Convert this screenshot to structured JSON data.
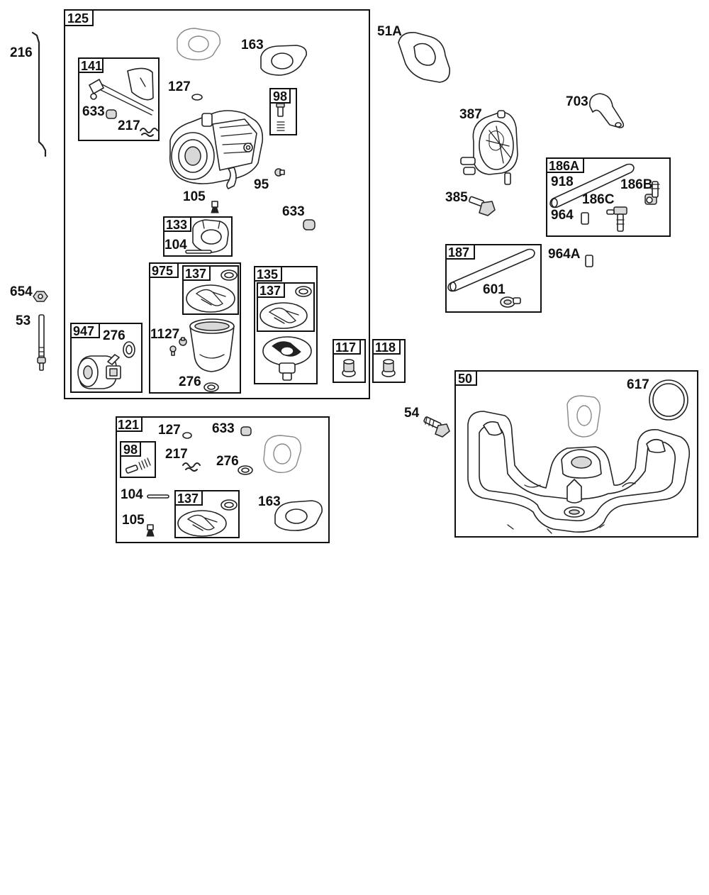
{
  "diagram": {
    "boxes": [
      {
        "id": "box-125",
        "label": "125"
      },
      {
        "id": "box-141",
        "label": "141"
      },
      {
        "id": "box-98-top",
        "label": "98"
      },
      {
        "id": "box-133",
        "label": "133"
      },
      {
        "id": "box-975",
        "label": "975"
      },
      {
        "id": "box-137-a",
        "label": "137"
      },
      {
        "id": "box-135",
        "label": "135"
      },
      {
        "id": "box-137-b",
        "label": "137"
      },
      {
        "id": "box-947",
        "label": "947"
      },
      {
        "id": "box-117",
        "label": "117"
      },
      {
        "id": "box-118",
        "label": "118"
      },
      {
        "id": "box-121",
        "label": "121"
      },
      {
        "id": "box-98-bottom",
        "label": "98"
      },
      {
        "id": "box-137-c",
        "label": "137"
      },
      {
        "id": "box-186a",
        "label": "186A"
      },
      {
        "id": "box-187",
        "label": "187"
      },
      {
        "id": "box-50",
        "label": "50"
      }
    ],
    "callouts": {
      "c216": "216",
      "c654": "654",
      "c53": "53",
      "c163a": "163",
      "c127a": "127",
      "c633a": "633",
      "c217a": "217",
      "c105a": "105",
      "c95": "95",
      "c633b": "633",
      "c104a": "104",
      "c1127": "1127",
      "c276a": "276",
      "c276b": "276",
      "c51a": "51A",
      "c387": "387",
      "c703": "703",
      "c385": "385",
      "c918": "918",
      "c186b": "186B",
      "c186c": "186C",
      "c964": "964",
      "c964a": "964A",
      "c601": "601",
      "c617": "617",
      "c54": "54",
      "c127b": "127",
      "c633c": "633",
      "c217b": "217",
      "c276c": "276",
      "c104b": "104",
      "c163b": "163",
      "c105b": "105"
    }
  }
}
